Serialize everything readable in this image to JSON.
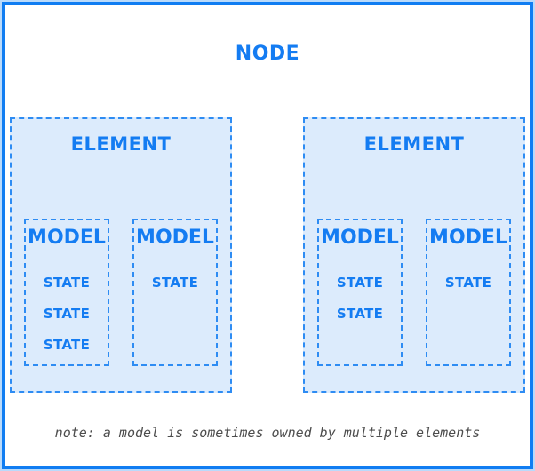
{
  "colors": {
    "accent_blue": "#147cf2",
    "solid_border_blue": "#107df2",
    "dashed_border_blue": "#2e8cf3",
    "element_fill": "#dcebfc",
    "note_gray": "#4d4d4d"
  },
  "node": {
    "title": "NODE"
  },
  "elements": [
    {
      "title": "ELEMENT",
      "models": [
        {
          "title": "MODEL",
          "states": [
            "STATE",
            "STATE",
            "STATE"
          ]
        },
        {
          "title": "MODEL",
          "states": [
            "STATE"
          ]
        }
      ]
    },
    {
      "title": "ELEMENT",
      "models": [
        {
          "title": "MODEL",
          "states": [
            "STATE",
            "STATE"
          ]
        },
        {
          "title": "MODEL",
          "states": [
            "STATE"
          ]
        }
      ]
    }
  ],
  "note": "note: a model is sometimes owned by multiple elements"
}
